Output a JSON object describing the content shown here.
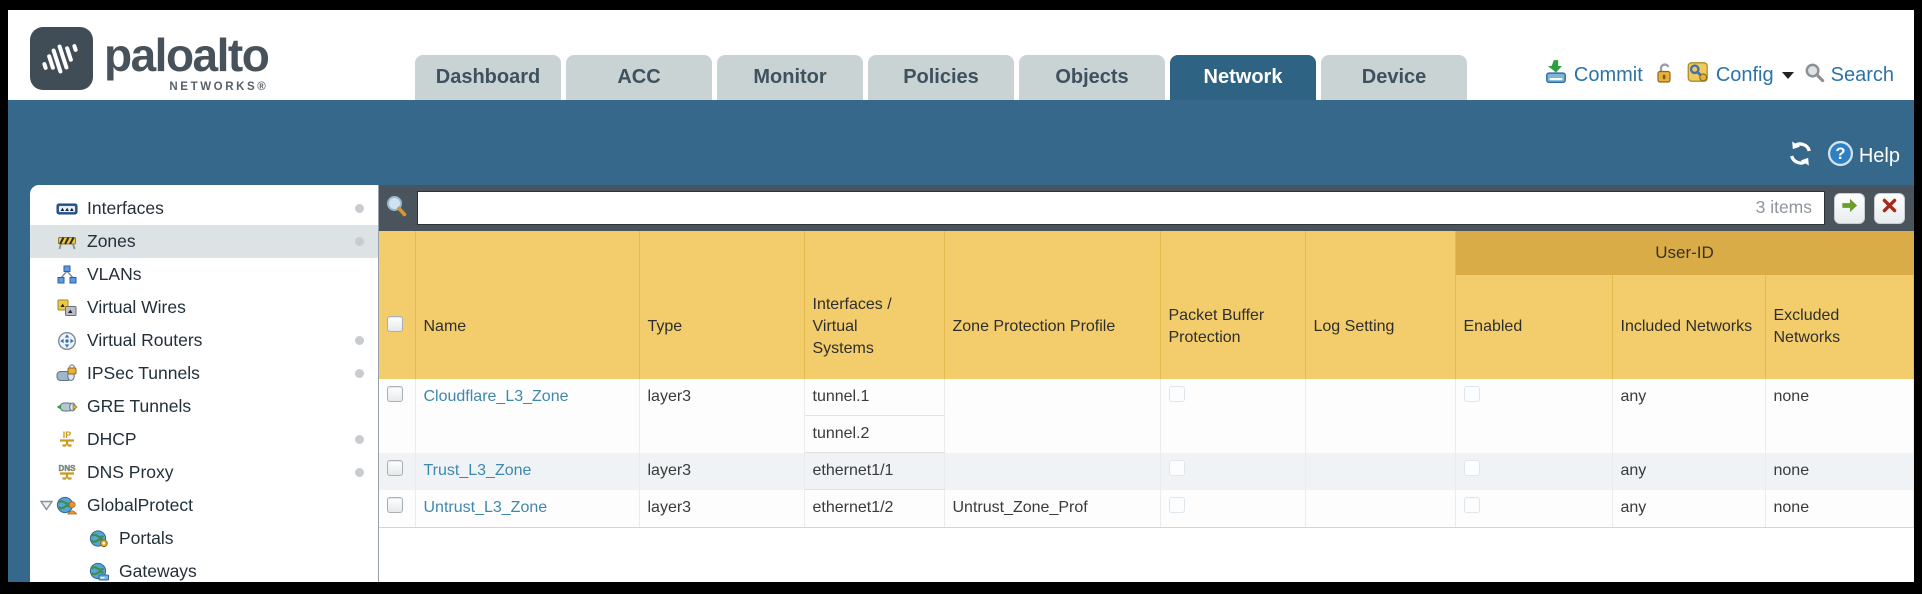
{
  "brand": {
    "name": "paloalto",
    "subname": "NETWORKS®"
  },
  "tabs": [
    {
      "label": "Dashboard"
    },
    {
      "label": "ACC"
    },
    {
      "label": "Monitor"
    },
    {
      "label": "Policies"
    },
    {
      "label": "Objects"
    },
    {
      "label": "Network"
    },
    {
      "label": "Device"
    }
  ],
  "utility": {
    "commit": "Commit",
    "config": "Config",
    "search": "Search"
  },
  "banner": {
    "help": "Help"
  },
  "filter": {
    "items_count": "3 items"
  },
  "sidebar": {
    "items": [
      {
        "label": "Interfaces",
        "icon": "interfaces-icon",
        "dot": true
      },
      {
        "label": "Zones",
        "icon": "zones-icon",
        "dot": true,
        "selected": true
      },
      {
        "label": "VLANs",
        "icon": "vlans-icon"
      },
      {
        "label": "Virtual Wires",
        "icon": "virtual-wires-icon"
      },
      {
        "label": "Virtual Routers",
        "icon": "virtual-routers-icon",
        "dot": true
      },
      {
        "label": "IPSec Tunnels",
        "icon": "ipsec-tunnels-icon",
        "dot": true
      },
      {
        "label": "GRE Tunnels",
        "icon": "gre-tunnels-icon"
      },
      {
        "label": "DHCP",
        "icon": "dhcp-icon",
        "dot": true
      },
      {
        "label": "DNS Proxy",
        "icon": "dns-proxy-icon",
        "dot": true
      },
      {
        "label": "GlobalProtect",
        "icon": "globalprotect-icon",
        "expanded": true
      },
      {
        "label": "Portals",
        "icon": "portals-icon",
        "indent": true
      },
      {
        "label": "Gateways",
        "icon": "gateways-icon",
        "indent": true
      }
    ]
  },
  "table": {
    "group_header": "User-ID",
    "columns": {
      "name": "Name",
      "type": "Type",
      "interfaces": "Interfaces / Virtual Systems",
      "zone_protection": "Zone Protection Profile",
      "packet_buffer": "Packet Buffer Protection",
      "log_setting": "Log Setting",
      "enabled": "Enabled",
      "included": "Included Networks",
      "excluded": "Excluded Networks"
    },
    "rows": [
      {
        "name": "Cloudflare_L3_Zone",
        "type": "layer3",
        "interfaces": [
          "tunnel.1",
          "tunnel.2"
        ],
        "zone_protection": "",
        "log_setting": "",
        "included": "any",
        "excluded": "none"
      },
      {
        "name": "Trust_L3_Zone",
        "type": "layer3",
        "interfaces": [
          "ethernet1/1"
        ],
        "zone_protection": "",
        "log_setting": "",
        "included": "any",
        "excluded": "none"
      },
      {
        "name": "Untrust_L3_Zone",
        "type": "layer3",
        "interfaces": [
          "ethernet1/2"
        ],
        "zone_protection": "Untrust_Zone_Prof",
        "log_setting": "",
        "included": "any",
        "excluded": "none"
      }
    ]
  },
  "colors": {
    "banner_teal": "#35688a",
    "header_yellow": "#f3cd6c",
    "user_id_amber": "#d9ac48",
    "link_blue": "#2c73a9",
    "zone_link_blue": "#3e88ad",
    "filter_bar_slate": "#4a545d"
  }
}
